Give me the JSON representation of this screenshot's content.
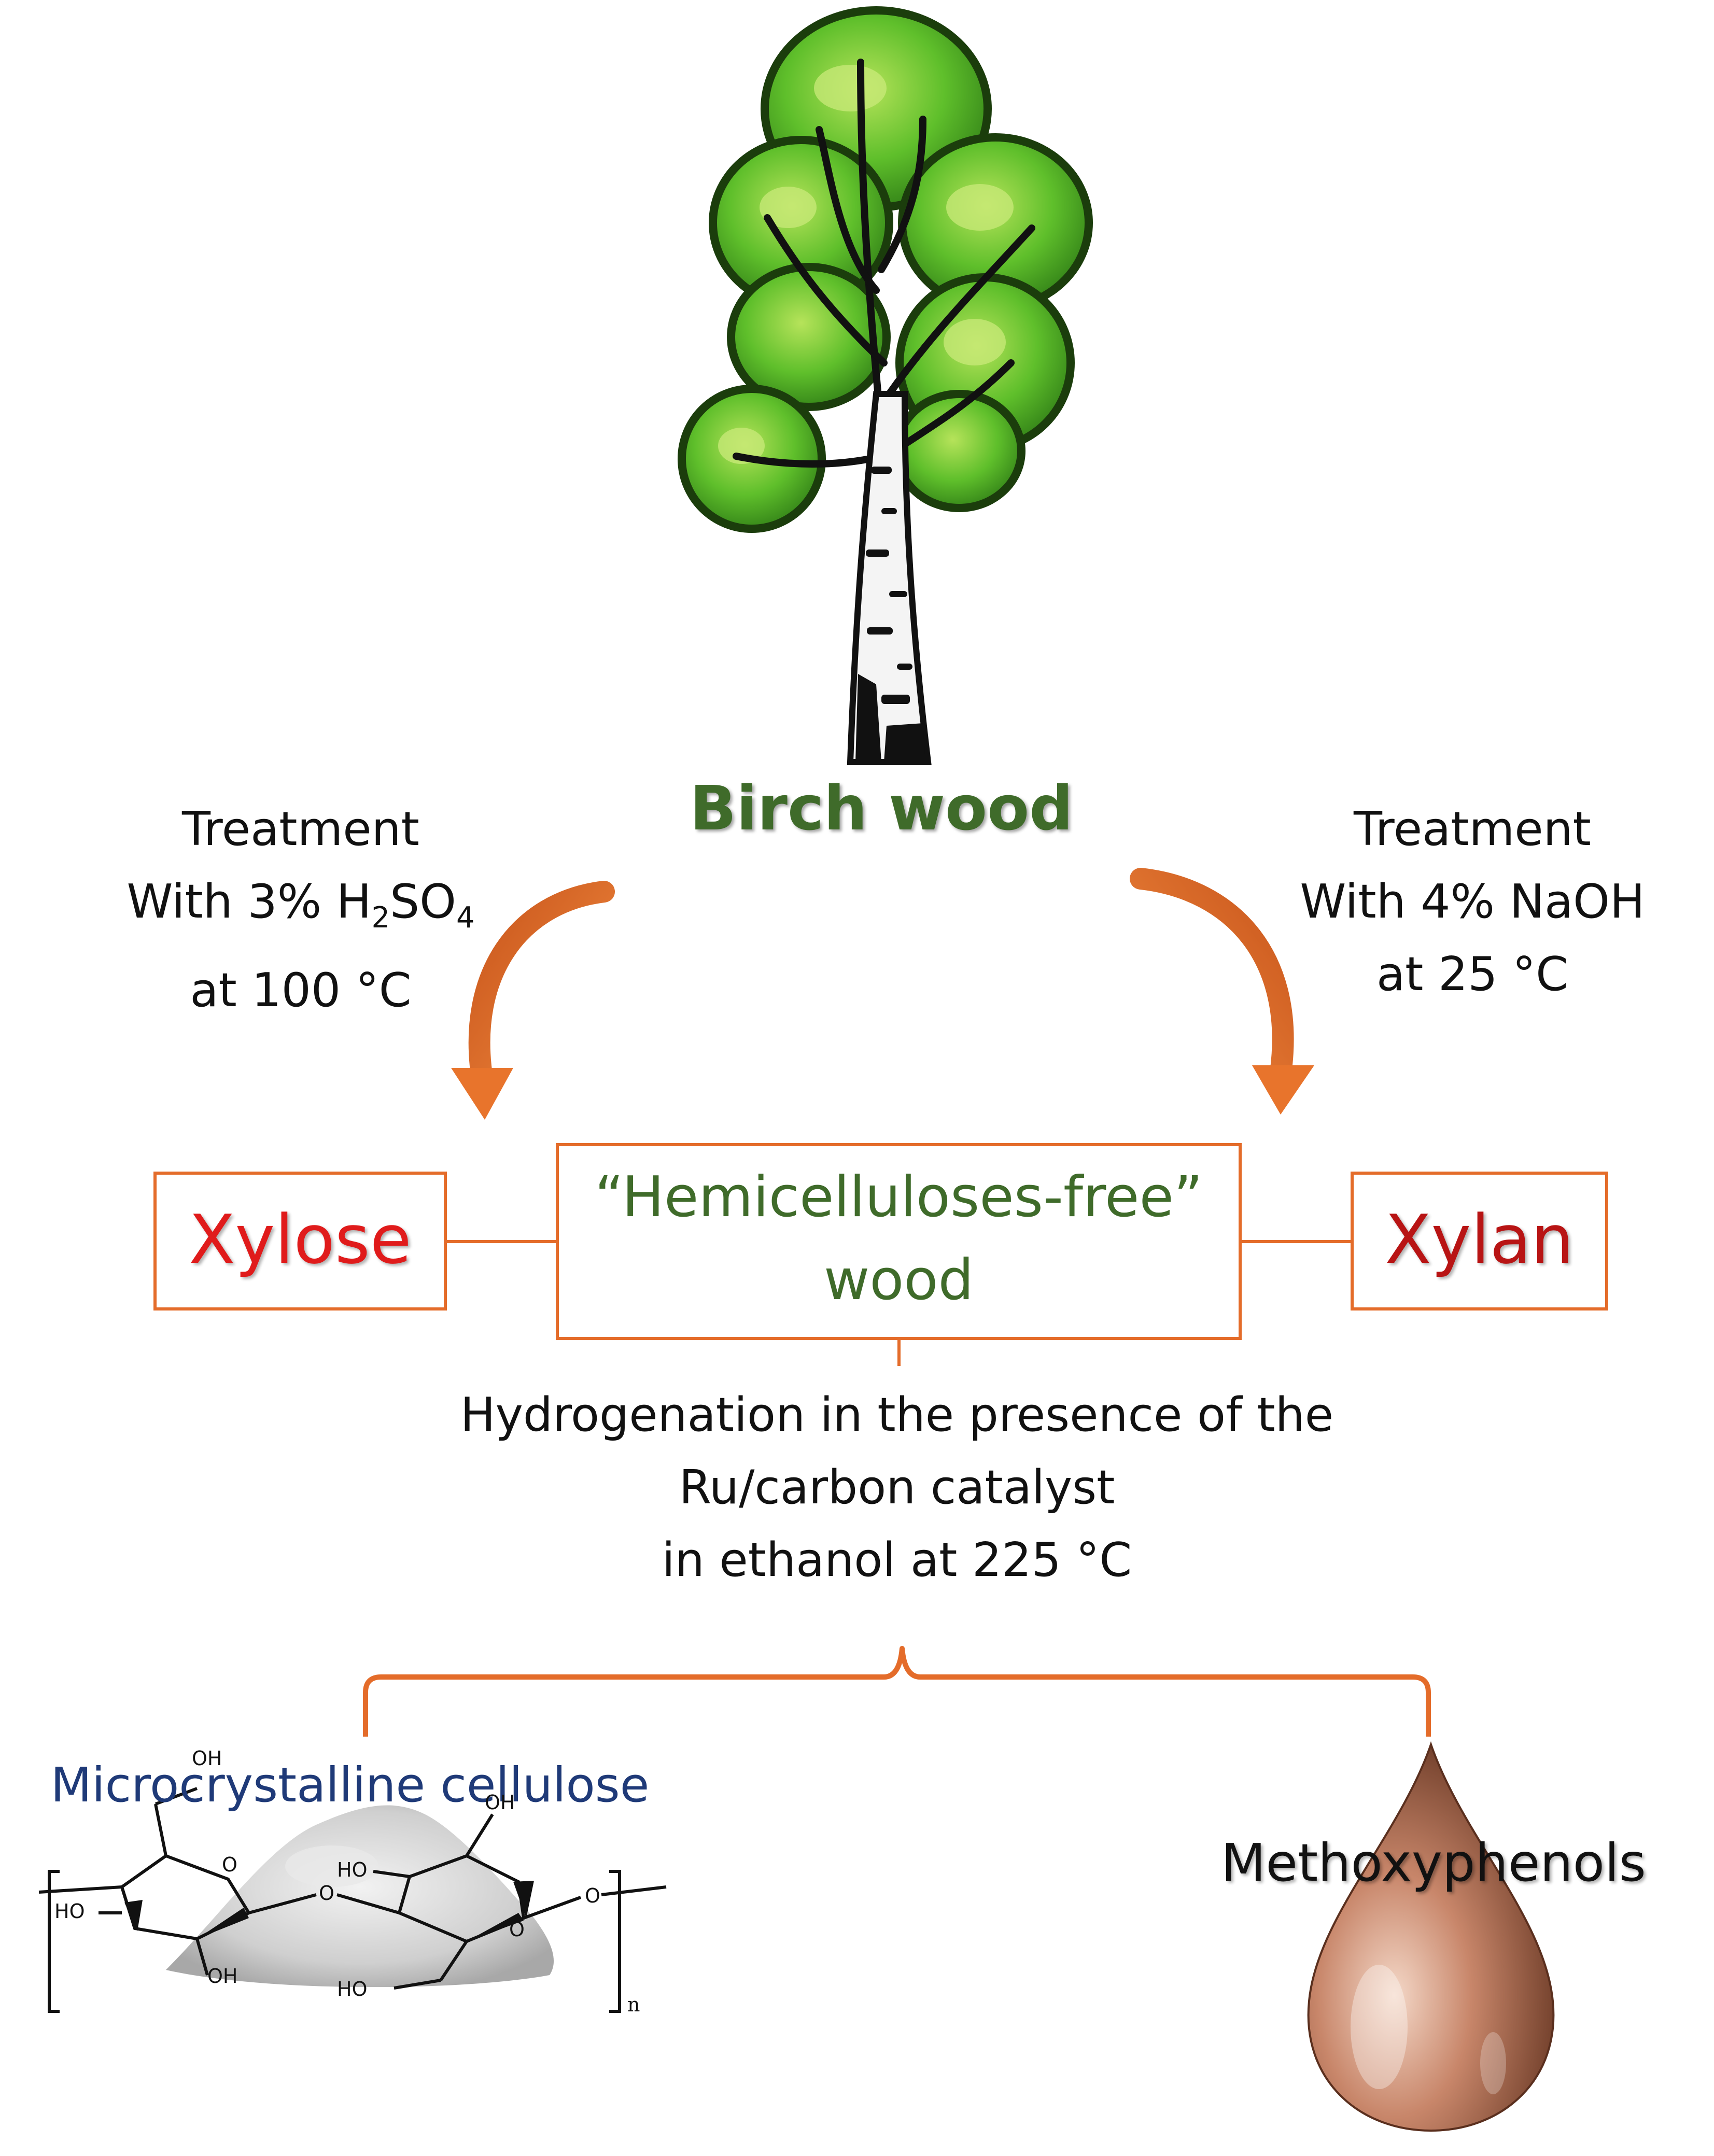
{
  "source": {
    "label": "Birch wood"
  },
  "left_treatment": {
    "line1": "Treatment",
    "line2_prefix": "With 3% H",
    "line2_sub1": "2",
    "line2_mid": "SO",
    "line2_sub2": "4",
    "line3": "at 100 °C"
  },
  "right_treatment": {
    "line1": "Treatment",
    "line2": "With 4% NaOH",
    "line3": "at 25 °C"
  },
  "products_row": {
    "left_box": "Xylose",
    "center_box_line1": "“Hemicelluloses-free”",
    "center_box_line2": "wood",
    "right_box": "Xylan"
  },
  "hydrogenation": {
    "line1": "Hydrogenation in the presence of the",
    "line2": "Ru/carbon catalyst",
    "line3": "in ethanol  at 225 °C"
  },
  "final_products": {
    "left_label": "Microcrystalline cellulose",
    "right_label": "Methoxyphenols"
  },
  "structure_labels": {
    "oh_top_left": "OH",
    "oh_top_right": "OH",
    "ho_left": "HO",
    "ho_mid": "HO",
    "oh_bottom": "OH",
    "ho_bottom": "HO",
    "ring_o_1": "O",
    "ring_o_2": "O",
    "bridge_o": "O",
    "end_o": "O",
    "subscript_n": "n"
  },
  "colors": {
    "accent_orange": "#E46C2A",
    "arrow_orange": "#E8742C",
    "birch_green": "#3F6B2A",
    "xylose_red": "#E01B1B",
    "xylan_red": "#B81414",
    "hemi_green": "#3F6B2A",
    "cellulose_blue": "#1F3A78",
    "text_black": "#111111"
  }
}
